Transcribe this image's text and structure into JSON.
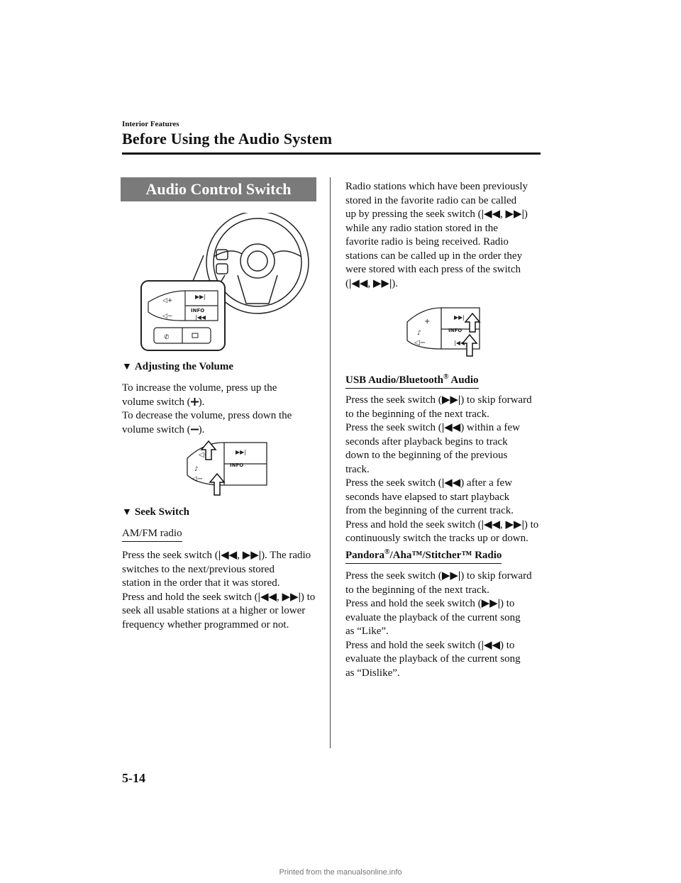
{
  "header": {
    "section": "Interior Features",
    "title": "Before Using the Audio System"
  },
  "banner": "Audio Control Switch",
  "left": {
    "adjust_heading": "Adjusting the Volume",
    "adjust_p1_a": "To increase the volume, press up the",
    "adjust_p1_b": "volume switch (",
    "adjust_p2_a": "To decrease the volume, press down the",
    "adjust_p2_b": "volume switch (",
    "close_paren": ").",
    "seek_heading": "Seek Switch",
    "amfm_heading": "AM/FM radio",
    "amfm_l1_a": "Press the seek switch (",
    "amfm_l1_b": "). The radio",
    "amfm_l2": "switches to the next/previous stored",
    "amfm_l3": "station in the order that it was stored.",
    "amfm_l4_a": "Press and hold the seek switch (",
    "amfm_l4_b": ") to",
    "amfm_l5": "seek all usable stations at a higher or lower",
    "amfm_l6": "frequency whether programmed or not."
  },
  "right": {
    "fav_l1": "Radio stations which have been previously",
    "fav_l2": "stored in the favorite radio can be called",
    "fav_l3_a": "up by pressing the seek switch (",
    "fav_l3_b": ")",
    "fav_l4": "while any radio station stored in the",
    "fav_l5": "favorite radio is being received. Radio",
    "fav_l6": "stations can be called up in the order they",
    "fav_l7": "were stored with each press of the switch",
    "fav_l8_a": "(",
    "fav_l8_b": ").",
    "usb_heading_a": "USB Audio/Bluetooth",
    "usb_heading_b": " Audio",
    "reg": "®",
    "usb_l1_a": "Press the seek switch (",
    "usb_l1_b": ") to skip forward",
    "usb_l2": "to the beginning of the next track.",
    "usb_l3_a": "Press the seek switch (",
    "usb_l3_b": ") within a few",
    "usb_l4": "seconds after playback begins to track",
    "usb_l5": "down to the beginning of the previous",
    "usb_l6": "track.",
    "usb_l7_a": "Press the seek switch (",
    "usb_l7_b": ") after a few",
    "usb_l8": "seconds have elapsed to start playback",
    "usb_l9": "from the beginning of the current track.",
    "usb_l10_a": "Press and hold the seek switch (",
    "usb_l10_b": ") to",
    "usb_l11": "continuously switch the tracks up or down.",
    "pandora_heading_a": "Pandora",
    "pandora_heading_b": "/Aha™/Stitcher™ Radio",
    "pan_l1_a": "Press the seek switch (",
    "pan_l1_b": ") to skip forward",
    "pan_l2": "to the beginning of the next track.",
    "pan_l3_a": "Press and hold the seek switch (",
    "pan_l3_b": ") to",
    "pan_l4": "evaluate the playback of the current song",
    "pan_l5": "as “Like”.",
    "pan_l6_a": "Press and hold the seek switch (",
    "pan_l6_b": ") to",
    "pan_l7": "evaluate the playback of the current song",
    "pan_l8": "as “Dislike”."
  },
  "figure_labels": {
    "info": "INFO"
  },
  "footer": {
    "page_number": "5-14",
    "watermark": "Printed from the manualsonline.info"
  },
  "icons": [
    "seek-back-icon",
    "seek-forward-icon",
    "volume-plus-icon",
    "volume-minus-icon",
    "steering-wheel-icon",
    "arrow-icon"
  ]
}
